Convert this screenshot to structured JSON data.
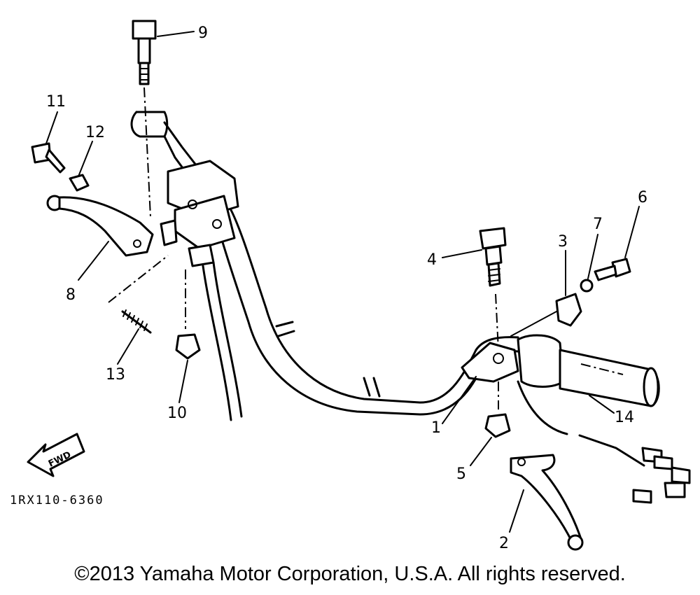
{
  "callouts": [
    {
      "id": "c1",
      "text": "1"
    },
    {
      "id": "c2",
      "text": "2"
    },
    {
      "id": "c3",
      "text": "3"
    },
    {
      "id": "c4",
      "text": "4"
    },
    {
      "id": "c5",
      "text": "5"
    },
    {
      "id": "c6",
      "text": "6"
    },
    {
      "id": "c7",
      "text": "7"
    },
    {
      "id": "c8",
      "text": "8"
    },
    {
      "id": "c9",
      "text": "9"
    },
    {
      "id": "c10",
      "text": "10"
    },
    {
      "id": "c11",
      "text": "11"
    },
    {
      "id": "c12",
      "text": "12"
    },
    {
      "id": "c13",
      "text": "13"
    },
    {
      "id": "c14",
      "text": "14"
    }
  ],
  "fwd_label": "FWD",
  "diagram_code": "1RX110-6360",
  "copyright": "©2013 Yamaha Motor Corporation, U.S.A. All rights reserved."
}
